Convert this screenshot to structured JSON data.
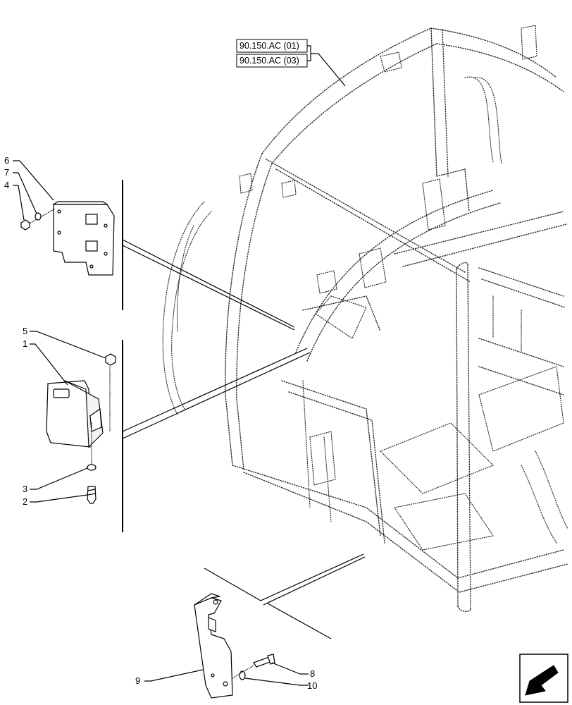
{
  "references": [
    "90.150.AC (01)",
    "90.150.AC (03)"
  ],
  "callouts": {
    "c1": "1",
    "c2": "2",
    "c3": "3",
    "c4": "4",
    "c5": "5",
    "c6": "6",
    "c7": "7",
    "c8": "8",
    "c9": "9",
    "c10": "10"
  },
  "nav_icon": "arrow-left-down-icon"
}
